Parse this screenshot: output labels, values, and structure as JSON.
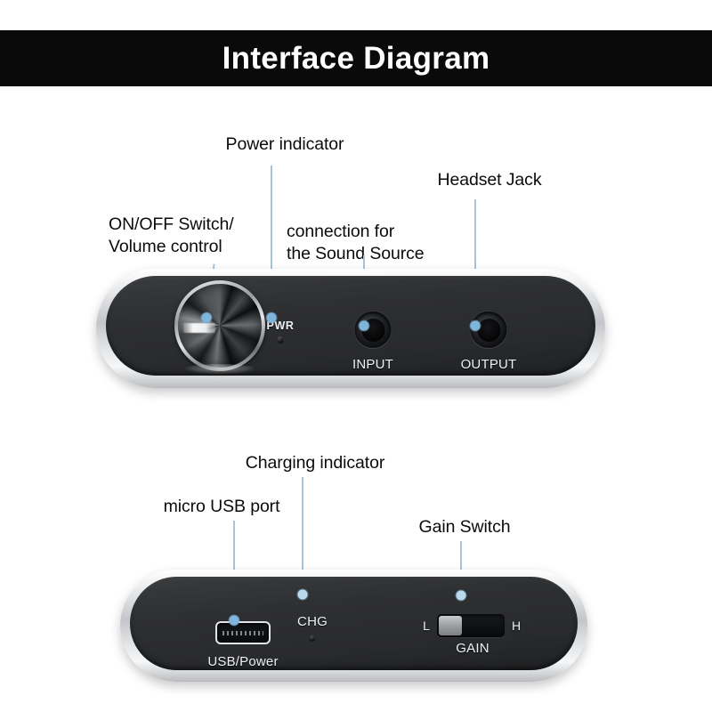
{
  "header": {
    "title": "Interface Diagram"
  },
  "top_panel": {
    "callouts": [
      {
        "id": "power-indicator",
        "text": "Power indicator"
      },
      {
        "id": "onoff-switch",
        "text": "ON/OFF Switch/\nVolume control"
      },
      {
        "id": "sound-source",
        "text": "connection for\nthe Sound Source"
      },
      {
        "id": "headset-jack",
        "text": "Headset Jack"
      }
    ],
    "silk_labels": {
      "power": "PWR",
      "input": "INPUT",
      "output": "OUTPUT"
    }
  },
  "bottom_panel": {
    "callouts": [
      {
        "id": "charging-indicator",
        "text": "Charging indicator"
      },
      {
        "id": "micro-usb-port",
        "text": "micro USB port"
      },
      {
        "id": "gain-switch",
        "text": "Gain Switch"
      }
    ],
    "silk_labels": {
      "usb": "USB/Power",
      "charge": "CHG",
      "gain": "GAIN",
      "gain_low": "L",
      "gain_high": "H"
    }
  },
  "colors": {
    "banner_bg": "#0a0a0a",
    "banner_text": "#ffffff",
    "leader_line": "#a8c4d4",
    "leader_dot": "#7fb5db",
    "device_bezel": "#c3c5c8",
    "device_face": "#2e2f31",
    "silk_text": "#f0f1f2",
    "page_bg": "#ffffff"
  }
}
